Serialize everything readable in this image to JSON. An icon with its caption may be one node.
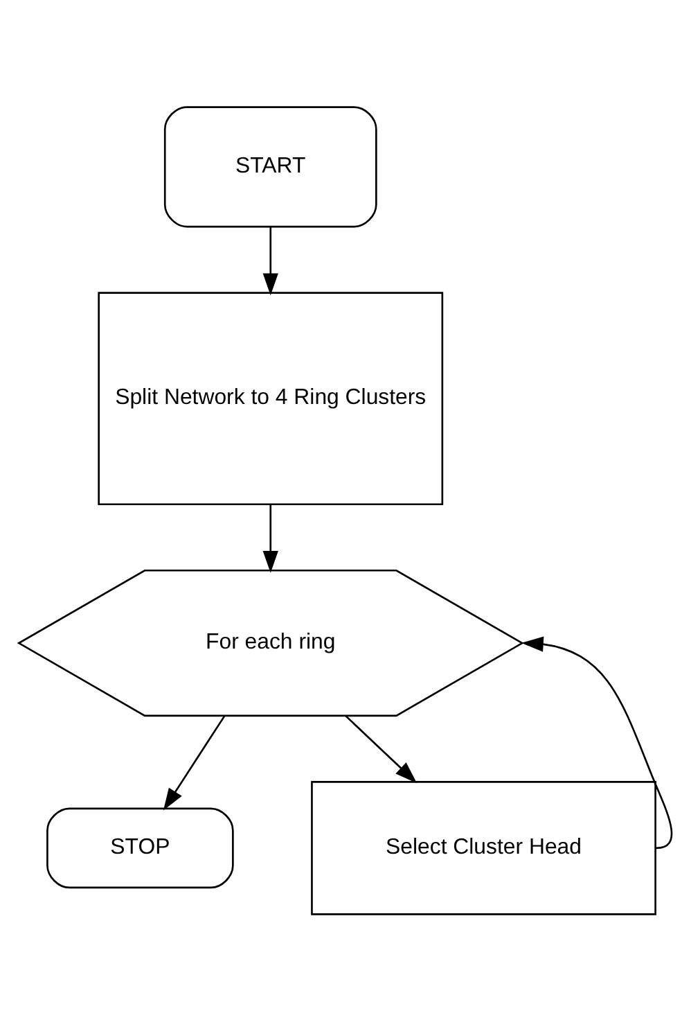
{
  "diagram": {
    "nodes": [
      {
        "text": [
          "START"
        ]
      },
      {
        "text": [
          "Split Network to 4 Ring Clusters"
        ]
      },
      {
        "text": [
          "For each ring"
        ]
      },
      {
        "text": [
          "STOP"
        ]
      },
      {
        "text": [
          "Select Cluster Head"
        ]
      }
    ],
    "edges": [
      {
        "from": 0,
        "to": 1,
        "arrow": "to"
      },
      {
        "from": 1,
        "to": 2,
        "arrow": "to"
      },
      {
        "from": 2,
        "to": 3,
        "arrow": "to"
      },
      {
        "from": 2,
        "to": 4,
        "arrow": "to"
      },
      {
        "from": 4,
        "to": 2,
        "arrow": "to"
      }
    ]
  }
}
